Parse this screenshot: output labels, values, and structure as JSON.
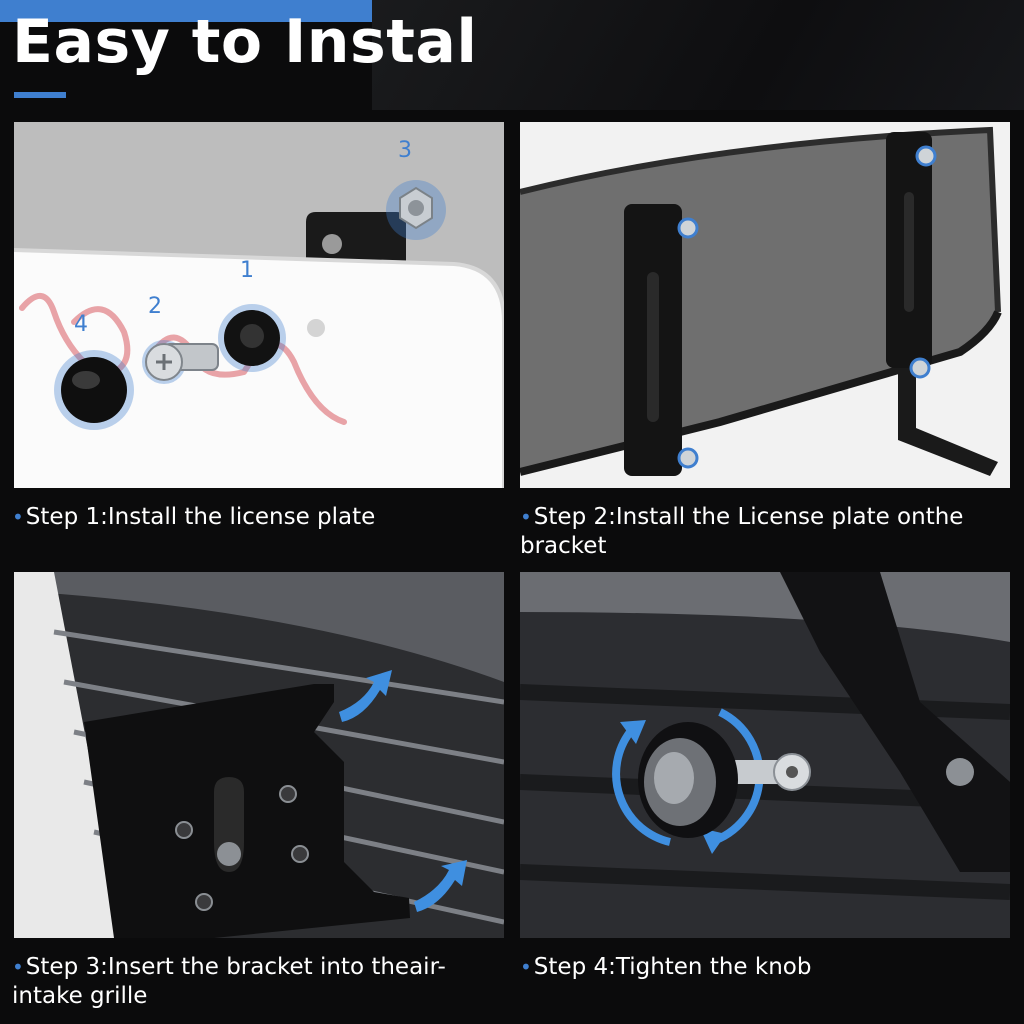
{
  "header": {
    "title": "Easy to Instal"
  },
  "steps": [
    {
      "caption": "Step 1:Install the license plate",
      "callouts": [
        "3",
        "1",
        "2",
        "4"
      ]
    },
    {
      "caption": "Step 2:Install the License plate onthe bracket"
    },
    {
      "caption": "Step 3:Insert the bracket into theair-intake grille"
    },
    {
      "caption": "Step 4:Tighten the knob"
    }
  ],
  "colors": {
    "accent": "#3f7fcf",
    "background": "#0b0b0c",
    "text": "#ffffff"
  },
  "icons": {
    "bullet": "bullet-dot-icon",
    "arrow": "curved-arrow-icon",
    "rotate": "rotate-arrows-icon"
  }
}
